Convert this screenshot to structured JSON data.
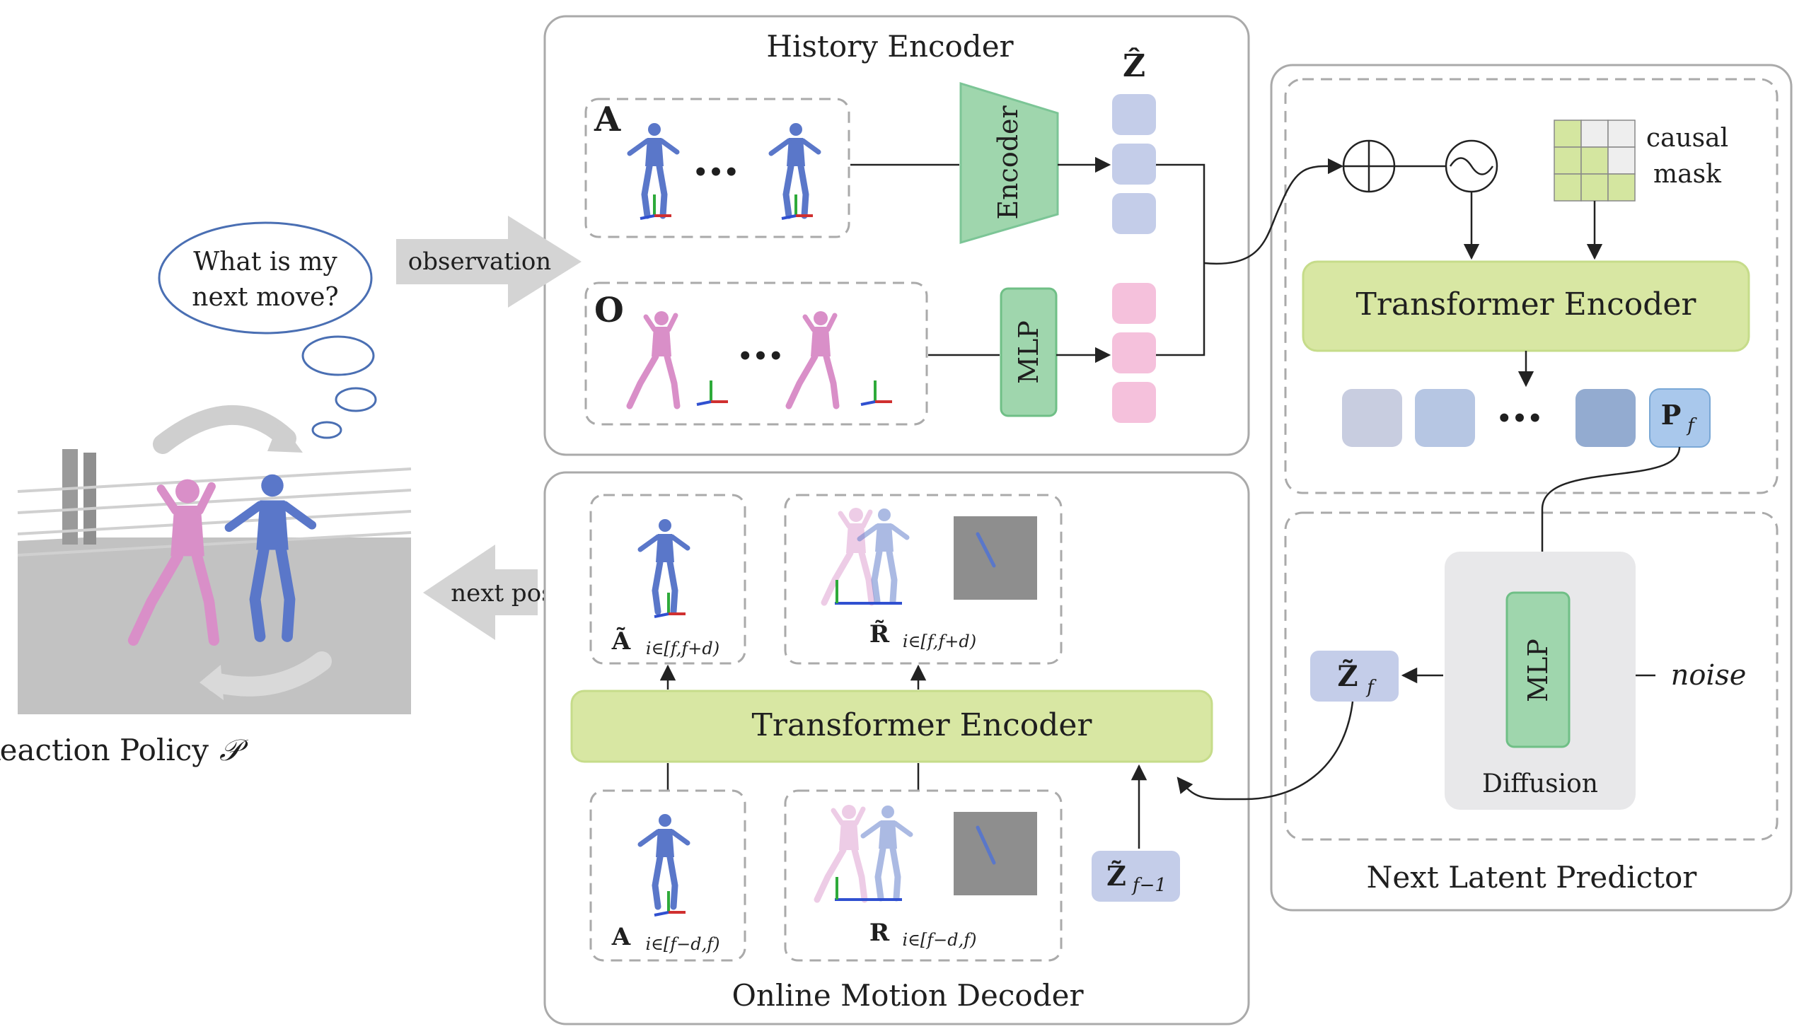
{
  "history_encoder": {
    "title": "History Encoder",
    "a_label": "A",
    "o_label": "O",
    "ellipsis": "•••",
    "encoder_label": "Encoder",
    "mlp_label": "MLP",
    "z_hat_label": "Ẑ"
  },
  "left": {
    "thought": [
      "What is my",
      "next move?"
    ],
    "observation_label": "observation",
    "next_pose_label": "next pose",
    "policy_caption": "Reaction Policy",
    "policy_symbol": "𝒫"
  },
  "predictor": {
    "title": "Next Latent Predictor",
    "causal_mask": [
      "causal",
      "mask"
    ],
    "transformer_label": "Transformer Encoder",
    "ellipsis": "•••",
    "pf_main": "P",
    "pf_sub": "f",
    "mlp_label": "MLP",
    "diffusion_label": "Diffusion",
    "noise_label": "noise",
    "zf_main": "Z̃",
    "zf_sub": "f"
  },
  "decoder": {
    "title": "Online Motion Decoder",
    "transformer_label": "Transformer Encoder",
    "a_future_main": "Ã",
    "a_future_sub": "i∈[f,f+d)",
    "r_future_main": "R̃",
    "r_future_sub": "i∈[f,f+d)",
    "a_past_main": "A",
    "a_past_sub": "i∈[f−d,f)",
    "r_past_main": "R",
    "r_past_sub": "i∈[f−d,f)",
    "z_prev_main": "Z̃",
    "z_prev_sub": "f−1"
  },
  "colors": {
    "blue_figure": "#5a77c9",
    "pink_figure": "#d98fc8",
    "encoder_green": "#9fd6ad",
    "transformer_green": "#d8e7a3",
    "token_blue": "#c4cde9",
    "token_pink": "#f5c1dc",
    "panel_border": "#aaaaaa"
  }
}
